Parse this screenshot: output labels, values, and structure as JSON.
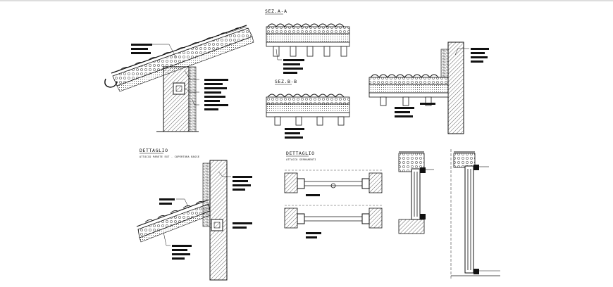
{
  "sheet": {
    "labels": {
      "section_a": "SEZ.A-A",
      "section_b": "SEZ.B-B",
      "detail_eaves": "DETTAGLIO",
      "detail_eaves_sub1": "ATTACCO PARETE EXT - COPERTURA BASSE",
      "detail_windows": "DETTAGLIO",
      "detail_windows_sub": "ATTACCO SERRAMENTI"
    },
    "colors": {
      "line": "#111111",
      "paper": "#ffffff",
      "hatch": "#333333"
    }
  }
}
